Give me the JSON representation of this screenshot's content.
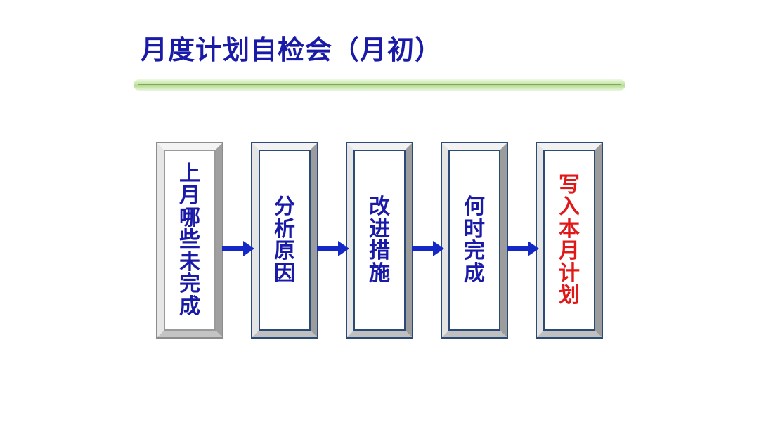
{
  "title": "月度计划自检会（月初）",
  "colors": {
    "title": "#1a1aa8",
    "text": "#1a1aa8",
    "highlight_text": "#e01818",
    "frame_dark": "#2a4a78",
    "frame_gray": "#a8a8a8",
    "arrow": "#1428c8"
  },
  "steps": [
    {
      "label": "上月哪些未完成",
      "style": "gray"
    },
    {
      "label": "分析原因",
      "style": "blue"
    },
    {
      "label": "改进措施",
      "style": "blue"
    },
    {
      "label": "何时完成",
      "style": "blue"
    },
    {
      "label": "写入本月计划",
      "style": "blue",
      "highlight": true
    }
  ]
}
